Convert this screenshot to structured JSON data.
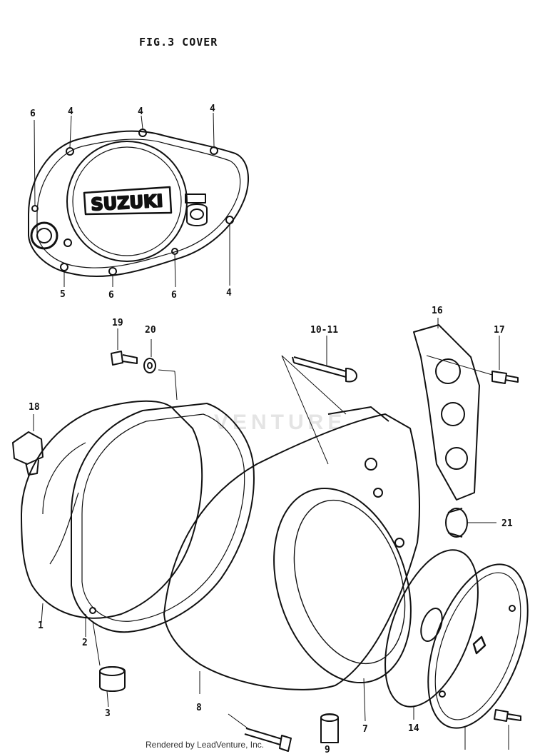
{
  "title": "FIG.3  COVER",
  "footer": "Rendered by LeadVenture, Inc.",
  "watermark": "VENTURE",
  "logo_text": "SUZUKI",
  "callouts": {
    "c6a": "6",
    "c4a": "4",
    "c4b": "4",
    "c4c": "4",
    "c4d": "4",
    "c5": "5",
    "c6b": "6",
    "c6c": "6",
    "c19": "19",
    "c20": "20",
    "c10_11": "10-11",
    "c16": "16",
    "c17": "17",
    "c18": "18",
    "c21": "21",
    "c1": "1",
    "c2": "2",
    "c3": "3",
    "c8": "8",
    "c7": "7",
    "c14": "14",
    "c9": "9"
  }
}
